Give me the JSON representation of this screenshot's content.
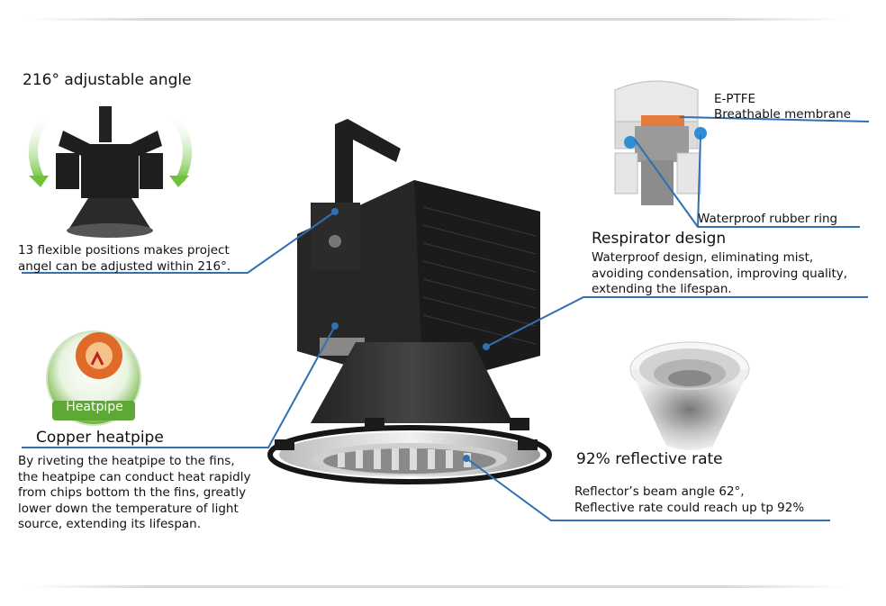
{
  "angle": {
    "title": "216° adjustable angle",
    "desc": "13 flexible positions makes project\nangel can be adjusted within 216°."
  },
  "heatpipe": {
    "badge": "Heatpipe",
    "title": "Copper heatpipe",
    "desc": "By riveting the heatpipe to the fins,\nthe heatpipe can conduct heat rapidly\nfrom chips bottom th the fins, greatly\nlower down the temperature of light\nsource, extending its lifespan."
  },
  "respirator": {
    "label_membrane": "E-PTFE\nBreathable membrane",
    "label_ring": "Waterproof rubber ring",
    "title": "Respirator design",
    "desc": "Waterproof design, eliminating mist,\navoiding condensation, improving quality,\nextending the lifespan."
  },
  "reflector": {
    "title": "92% reflective rate",
    "desc": "Reflector’s beam angle 62°,\nReflective rate could reach up tp 92%"
  },
  "colors": {
    "accent_line": "#2f6fb2",
    "arrow_green": "#6ec33a"
  }
}
